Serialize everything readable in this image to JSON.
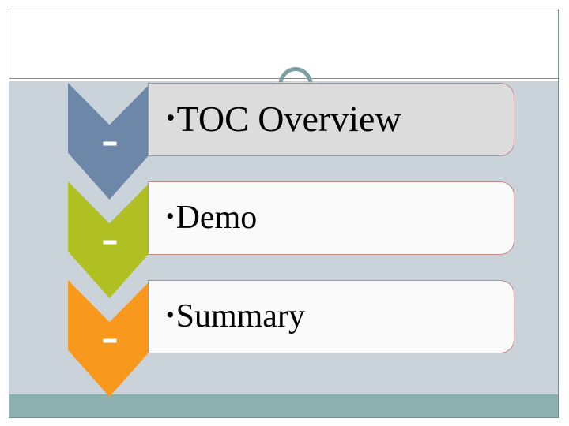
{
  "slide": {
    "title": "",
    "background_color": "#c9d3d9",
    "title_band_color": "#ffffff",
    "footer_band_color": "#8cb0b0",
    "frame_border_color": "#7b8f96",
    "decoration": {
      "ring_icon": "circle-outline-icon",
      "ring_color": "#7fa0a3"
    }
  },
  "rows": [
    {
      "index": 1,
      "chevron": {
        "icon": "chevron-down-icon",
        "color": "#6c87a8",
        "marker": "-"
      },
      "box": {
        "bullet": "•",
        "text": "TOC Overview",
        "fill_color": "#dcdcdc",
        "border_color": "#c48b84"
      }
    },
    {
      "index": 2,
      "chevron": {
        "icon": "chevron-down-icon",
        "color": "#b0bf22",
        "marker": "-"
      },
      "box": {
        "bullet": "•",
        "text": "Demo",
        "fill_color": "#fafafa",
        "border_color": "#c48b84"
      }
    },
    {
      "index": 3,
      "chevron": {
        "icon": "chevron-down-icon",
        "color": "#f8981d",
        "marker": "-"
      },
      "box": {
        "bullet": "•",
        "text": "Summary",
        "fill_color": "#fafafa",
        "border_color": "#c48b84"
      }
    }
  ]
}
